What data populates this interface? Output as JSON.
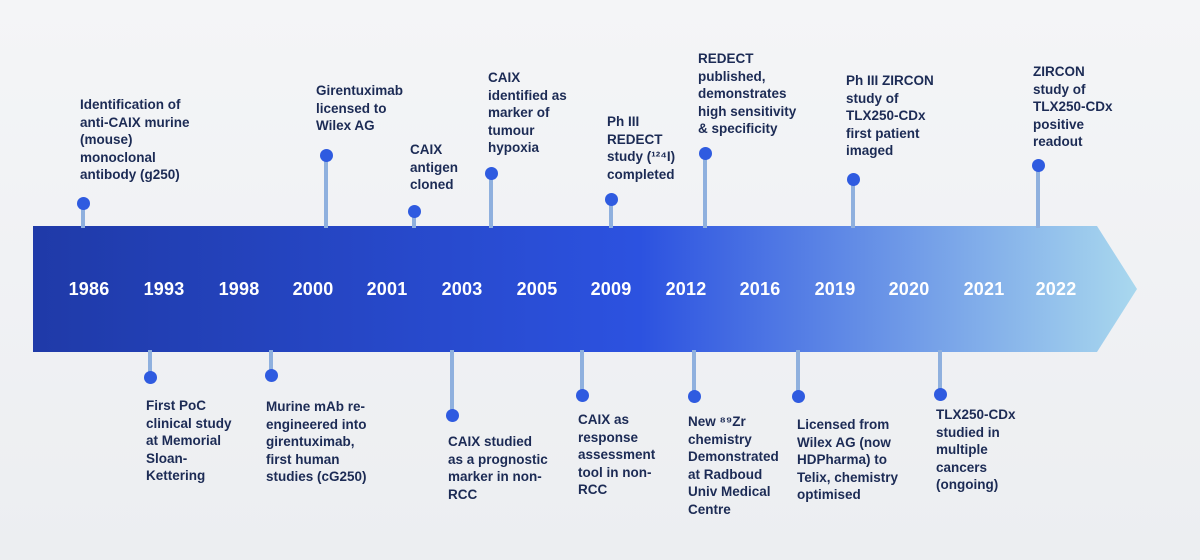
{
  "timeline": {
    "colors": {
      "bar_start": "#1f3aa8",
      "bar_mid": "#2c52e0",
      "bar_end": "#a9d8ee",
      "stem": "#8fb0de",
      "dot": "#2f5be0",
      "year_text": "#ffffff",
      "label_text": "#1c2b55"
    },
    "years": [
      "1986",
      "1993",
      "1998",
      "2000",
      "2001",
      "2003",
      "2005",
      "2009",
      "2012",
      "2016",
      "2019",
      "2020",
      "2021",
      "2022"
    ],
    "events_above": [
      {
        "lines": [
          "Identification of",
          "anti-CAIX murine",
          "(mouse)",
          "monoclonal",
          "antibody (g250)"
        ]
      },
      {
        "lines": [
          "Girentuximab",
          "licensed to",
          "Wilex AG"
        ]
      },
      {
        "lines": [
          "CAIX",
          "antigen",
          "cloned"
        ]
      },
      {
        "lines": [
          "CAIX",
          "identified as",
          "marker of",
          "tumour",
          "hypoxia"
        ]
      },
      {
        "lines": [
          "Ph III",
          "REDECT",
          "study (¹²⁴I)",
          "completed"
        ]
      },
      {
        "lines": [
          "REDECT",
          "published,",
          "demonstrates",
          "high sensitivity",
          "& specificity"
        ]
      },
      {
        "lines": [
          "Ph III ZIRCON",
          "study of",
          "TLX250-CDx",
          "first patient",
          "imaged"
        ]
      },
      {
        "lines": [
          "ZIRCON",
          "study of",
          "TLX250-CDx",
          "positive",
          "readout"
        ]
      }
    ],
    "events_below": [
      {
        "lines": [
          "First PoC",
          "clinical study",
          "at Memorial",
          "Sloan-",
          "Kettering"
        ]
      },
      {
        "lines": [
          "Murine mAb re-",
          "engineered into",
          "girentuximab,",
          "first human",
          "studies (cG250)"
        ]
      },
      {
        "lines": [
          "CAIX studied",
          "as a prognostic",
          "marker in non-",
          "RCC"
        ]
      },
      {
        "lines": [
          "CAIX as",
          "response",
          "assessment",
          "tool in non-",
          "RCC"
        ]
      },
      {
        "lines": [
          "New ⁸⁹Zr",
          "chemistry",
          "Demonstrated",
          "at Radboud",
          "Univ Medical",
          "Centre"
        ]
      },
      {
        "lines": [
          "Licensed from",
          "Wilex AG (now",
          "HDPharma) to",
          "Telix, chemistry",
          "optimised"
        ]
      },
      {
        "lines": [
          "TLX250-CDx",
          "studied in",
          "multiple",
          "cancers",
          "(ongoing)"
        ]
      }
    ]
  }
}
